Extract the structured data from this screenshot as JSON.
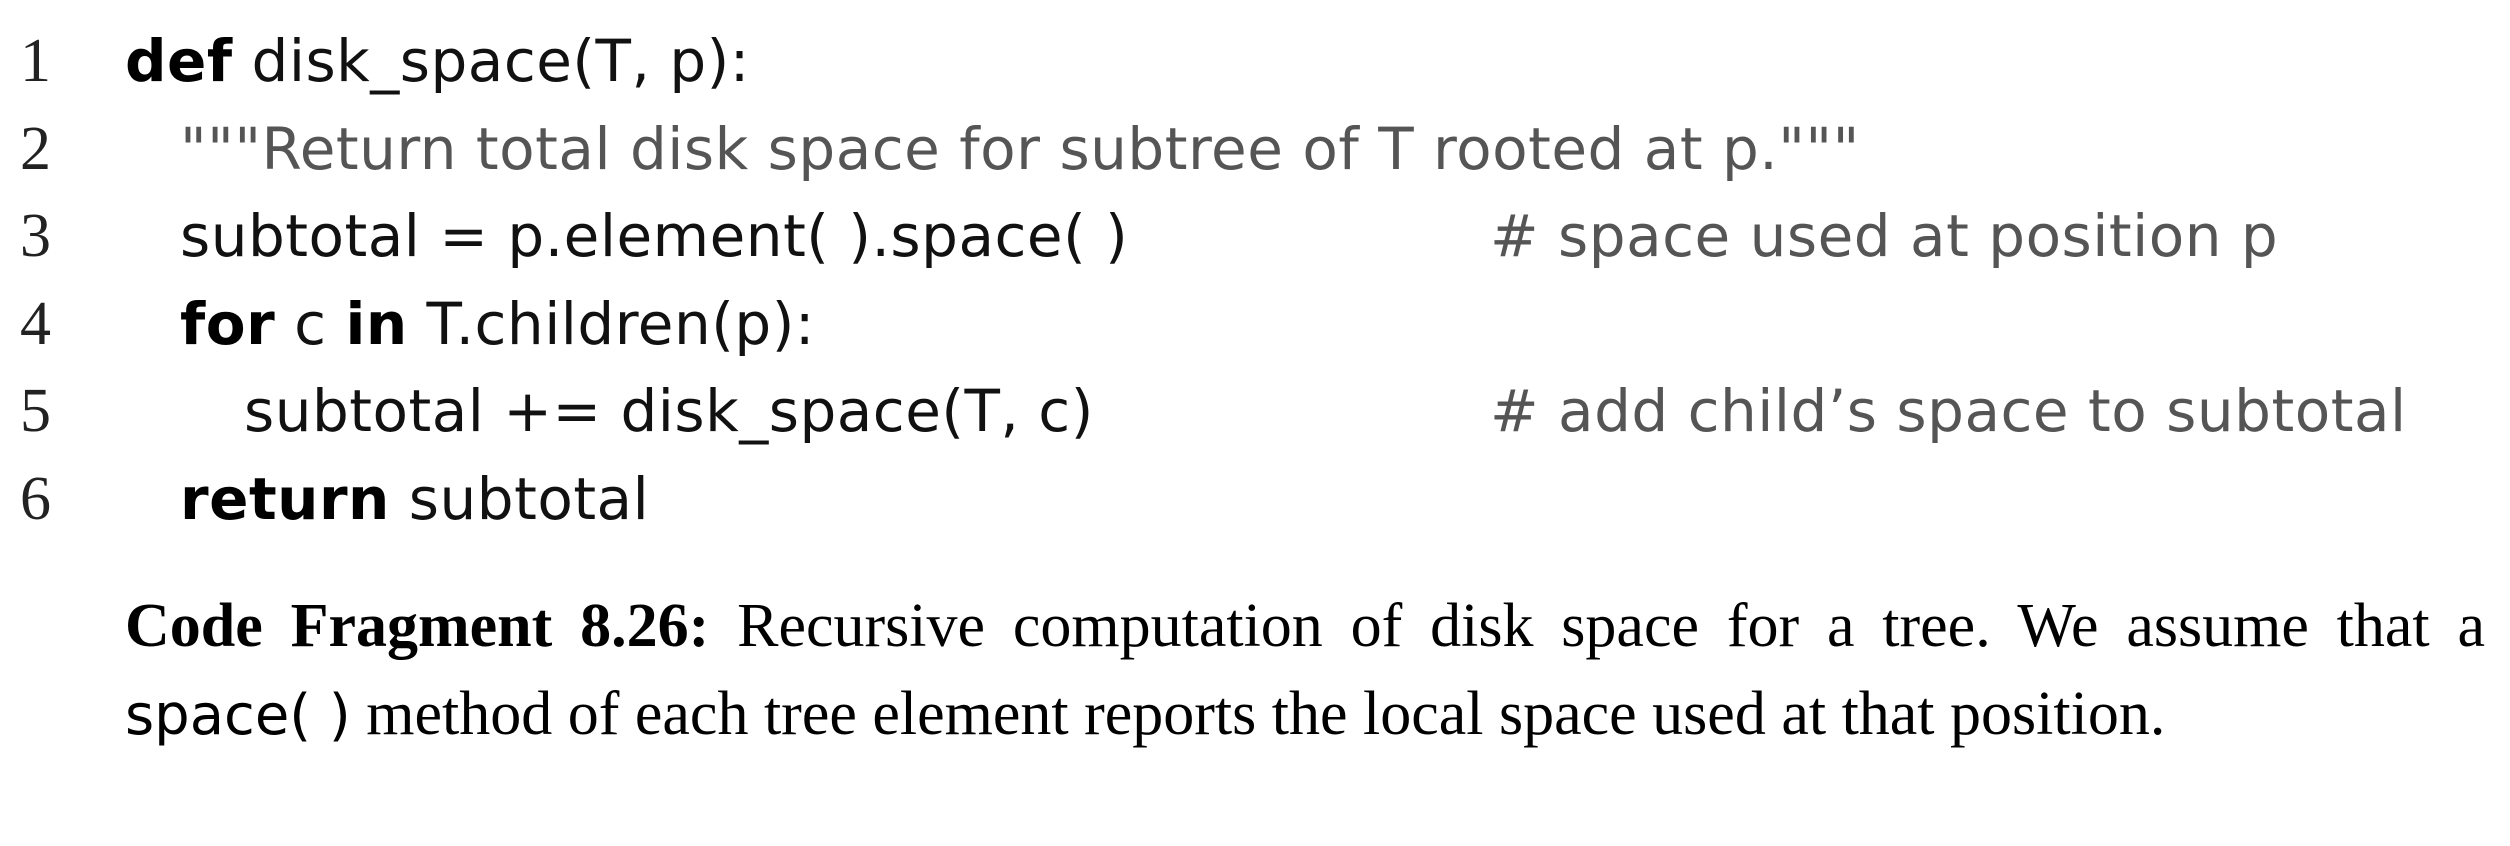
{
  "code": {
    "lines": [
      {
        "number": "1",
        "kw1": "def",
        "text": " disk_space(T, p):",
        "comment": ""
      },
      {
        "number": "2",
        "docstring": "\"\"\"Return total disk space for subtree of T rooted at p.\"\"\"",
        "comment": ""
      },
      {
        "number": "3",
        "text": "subtotal = p.element( ).space( )",
        "comment": "# space used at position p"
      },
      {
        "number": "4",
        "kw1": "for",
        "mid": " c ",
        "kw2": "in",
        "text": " T.children(p):",
        "comment": ""
      },
      {
        "number": "5",
        "text": "subtotal += disk_space(T, c)",
        "comment": "# add child’s space to subtotal"
      },
      {
        "number": "6",
        "kw1": "return",
        "text": " subtotal",
        "comment": ""
      }
    ]
  },
  "caption": {
    "label": "Code Fragment 8.26:",
    "text_before": " Recursive computation of disk space for a tree.  We assume that a ",
    "method": "space( )",
    "text_after": " method of each tree element reports the local space used at that position."
  }
}
